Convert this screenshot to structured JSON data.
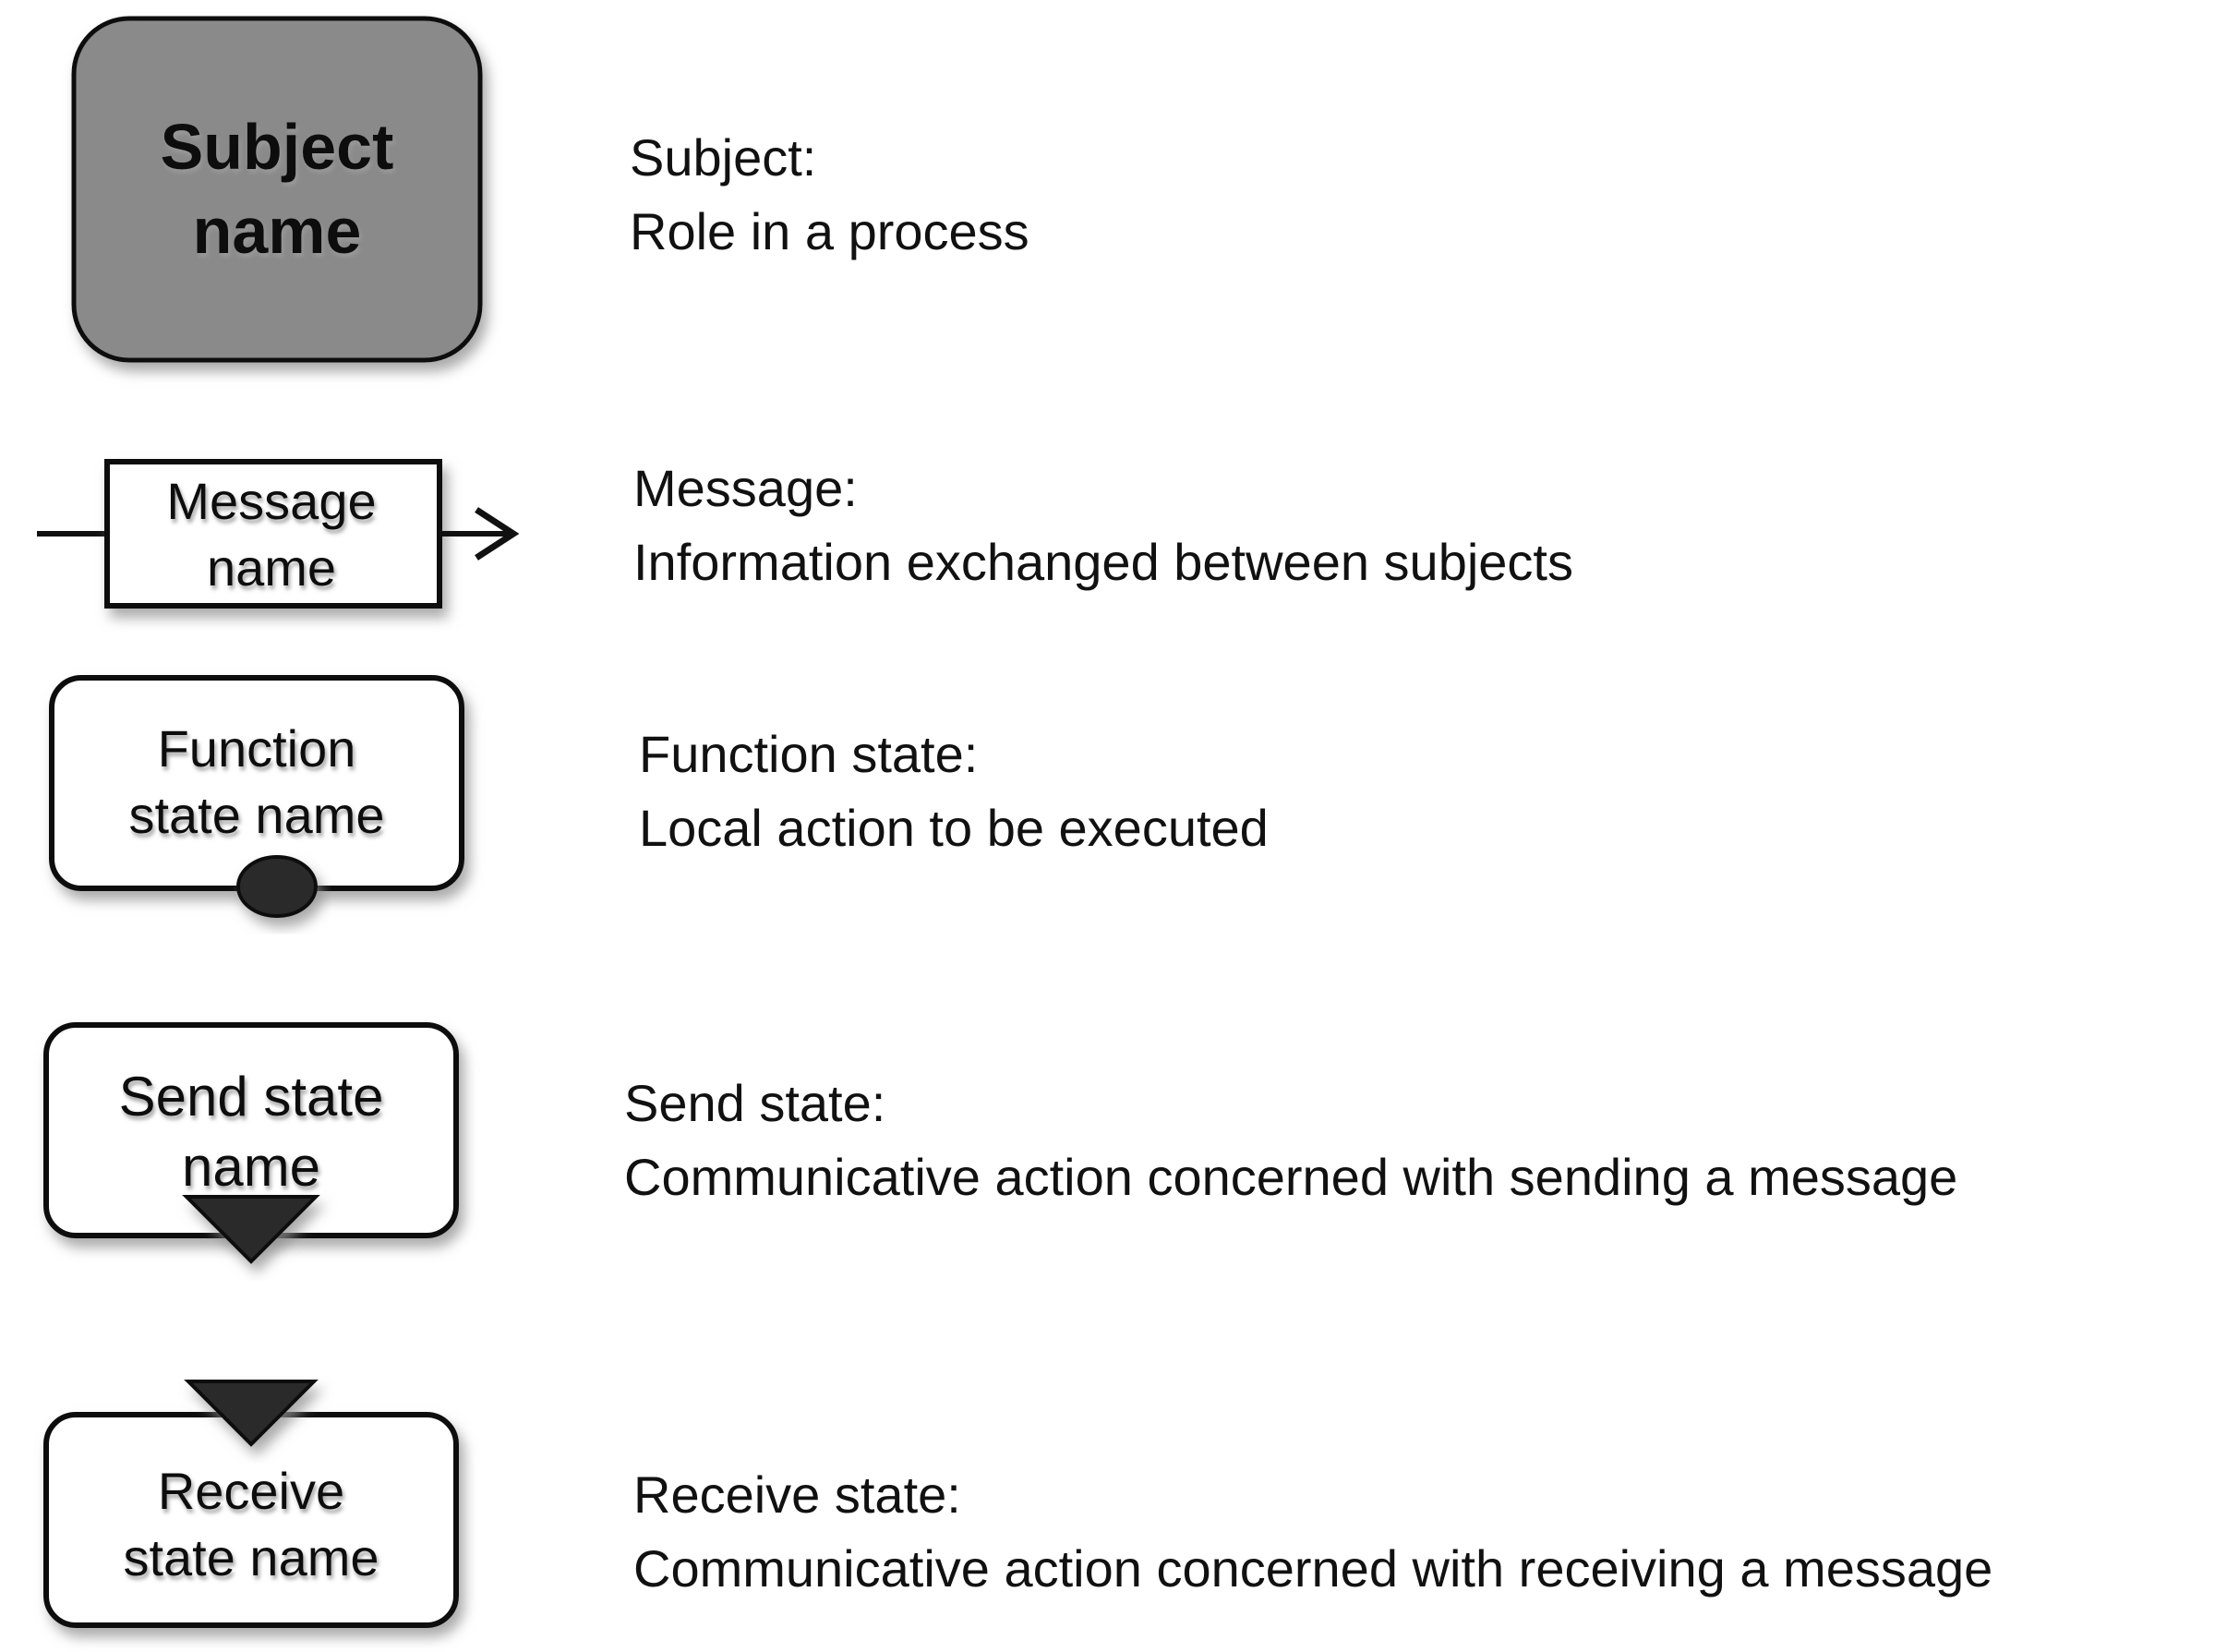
{
  "legend": {
    "subject": {
      "symbol_lines": [
        "Subject",
        "name"
      ],
      "title": "Subject:",
      "description": "Role in a process"
    },
    "message": {
      "symbol_lines": [
        "Message",
        "name"
      ],
      "title": "Message:",
      "description": "Information exchanged between subjects"
    },
    "function_state": {
      "symbol_lines": [
        "Function",
        "state name"
      ],
      "title": "Function state:",
      "description": "Local action to be executed"
    },
    "send_state": {
      "symbol_lines": [
        "Send state",
        "name"
      ],
      "title": "Send state:",
      "description": "Communicative action concerned with sending a message"
    },
    "receive_state": {
      "symbol_lines": [
        "Receive",
        "state name"
      ],
      "title": "Receive state:",
      "description": "Communicative action concerned with receiving a message"
    }
  },
  "colors": {
    "subject_fill": "#8a8a8a",
    "stroke": "#111111",
    "marker_fill": "#222222",
    "shadow": "#9a9a9a",
    "background": "#ffffff"
  }
}
